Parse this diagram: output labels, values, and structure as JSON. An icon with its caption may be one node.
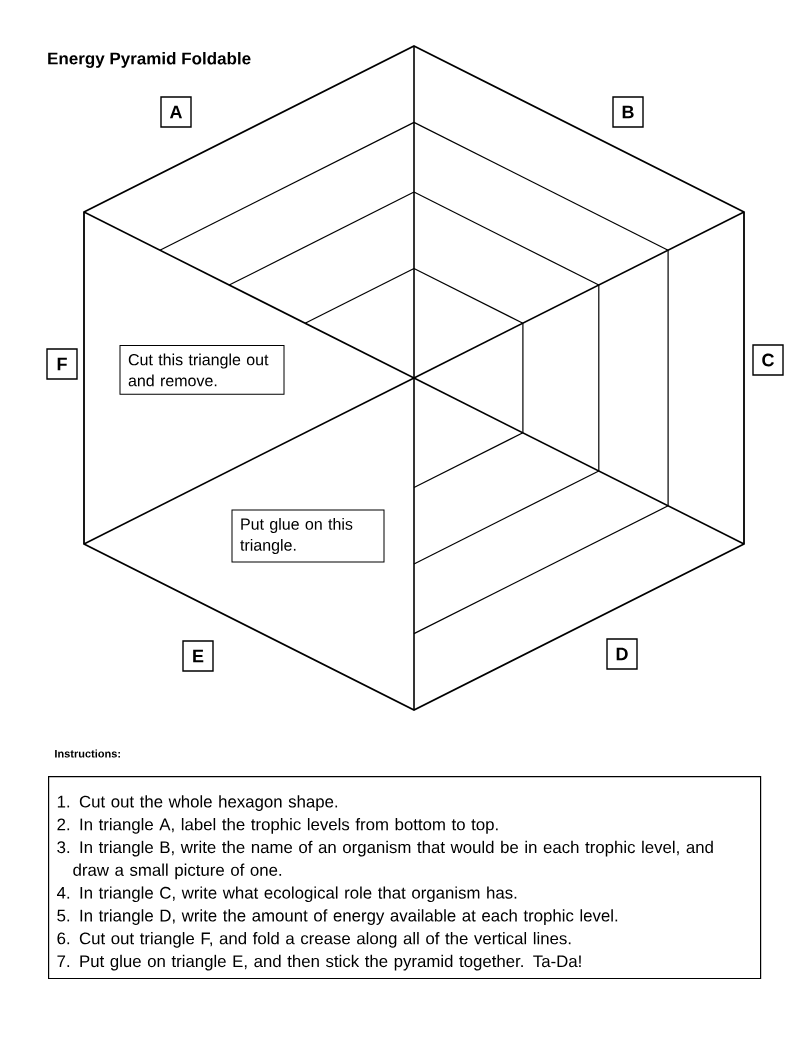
{
  "diagram": {
    "title": "Energy Pyramid Foldable",
    "nodes": [
      {
        "text": [
          "A"
        ]
      },
      {
        "text": [
          "B"
        ]
      },
      {
        "text": [
          "F"
        ]
      },
      {
        "text": [
          "Cut this triangle out and remove."
        ]
      },
      {
        "text": [
          "C"
        ]
      },
      {
        "text": [
          "Put glue on this triangle."
        ]
      },
      {
        "text": [
          "E"
        ]
      },
      {
        "text": [
          "D"
        ]
      },
      {
        "text": [
          "Instructions:",
          "1. Cut out the whole hexagon shape.",
          "2. In triangle A, label the trophic levels from bottom to top.",
          "3. In triangle B, write the name of an organism that would be in each trophic level, and draw a small picture of one.",
          "4. In triangle C, write what ecological role that organism has.",
          "5. In triangle D, write the amount of energy available at each trophic level.",
          "6. Cut out triangle F, and fold a crease along all of the vertical lines.",
          "7. Put glue on triangle E, and then stick the pyramid together. Ta-Da!"
        ]
      }
    ]
  }
}
